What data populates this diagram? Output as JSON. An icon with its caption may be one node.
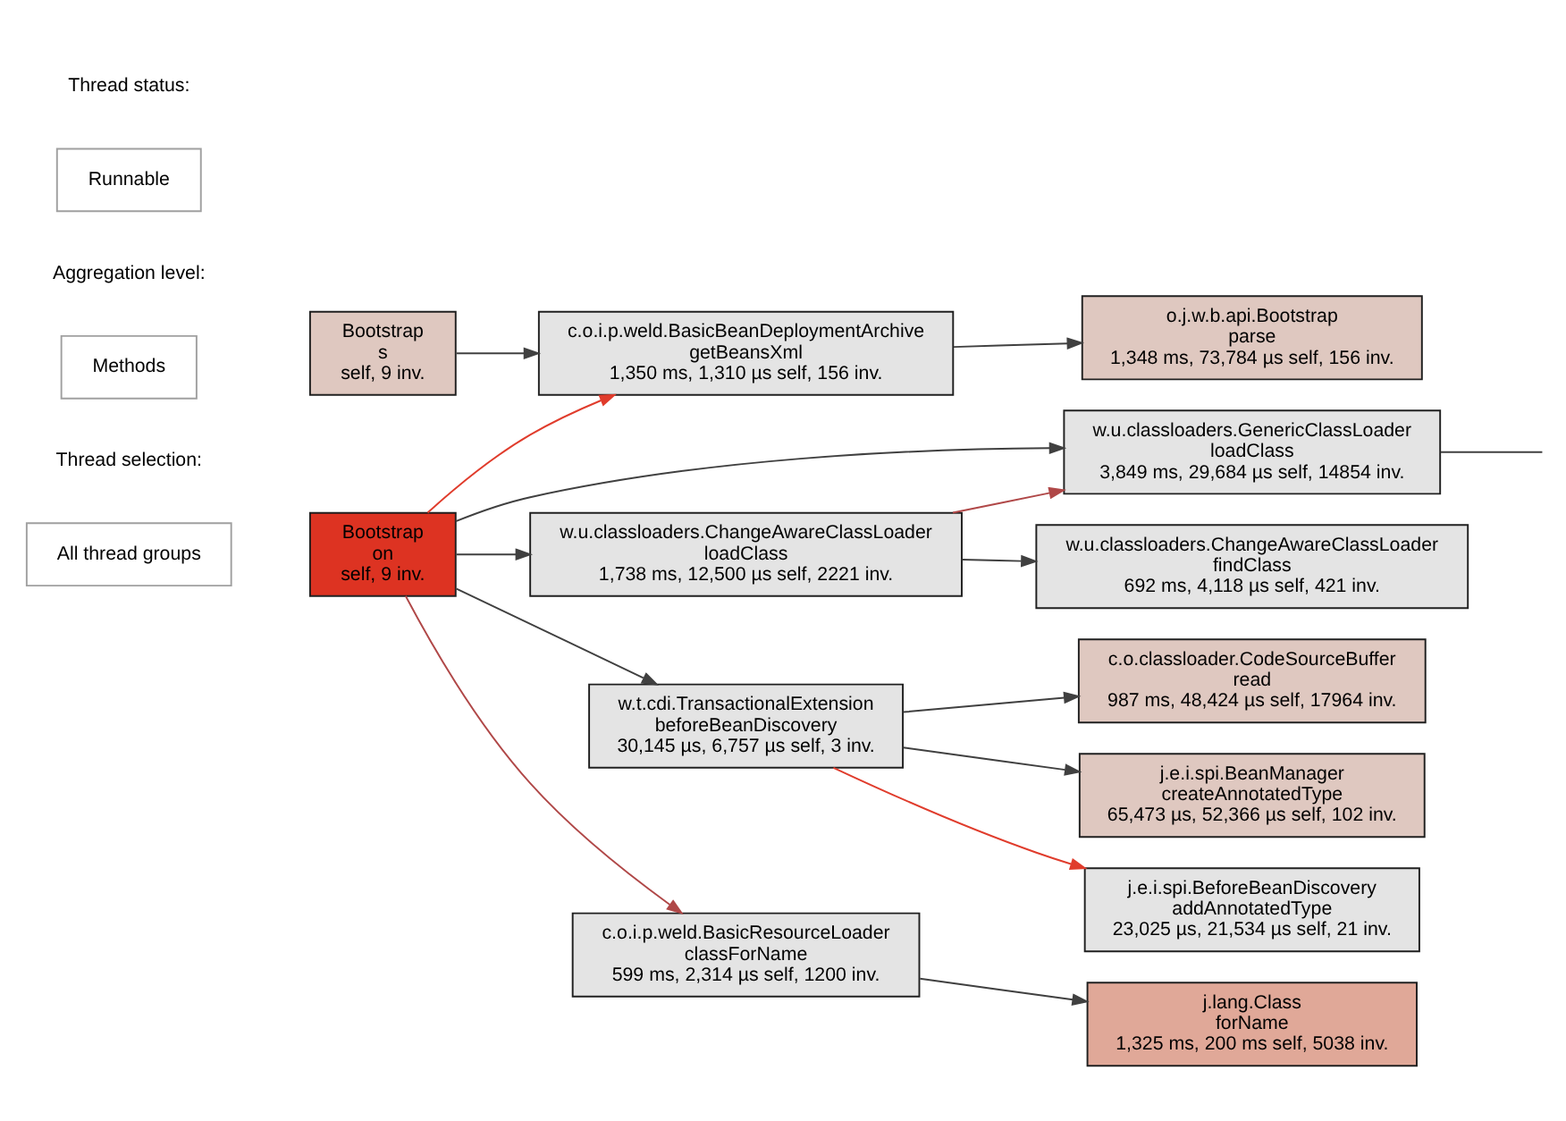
{
  "diagram": {
    "nodes": [
      {
        "text": [
          "Bootstrap",
          "s",
          "self, 9 inv."
        ]
      },
      {
        "text": [
          "Bootstrap",
          "on",
          "self, 9 inv."
        ]
      },
      {
        "text": [
          "c.o.i.p.weld.BasicBeanDeploymentArchive",
          "getBeansXml",
          "1,350 ms, 1,310 µs self, 156 inv."
        ]
      },
      {
        "text": [
          "w.u.classloaders.ChangeAwareClassLoader",
          "loadClass",
          "1,738 ms, 12,500 µs self, 2221 inv."
        ]
      },
      {
        "text": [
          "w.t.cdi.TransactionalExtension",
          "beforeBeanDiscovery",
          "30,145 µs, 6,757 µs self, 3 inv."
        ]
      },
      {
        "text": [
          "c.o.i.p.weld.BasicResourceLoader",
          "classForName",
          "599 ms, 2,314 µs self, 1200 inv."
        ]
      },
      {
        "text": [
          "o.j.w.b.api.Bootstrap",
          "parse",
          "1,348 ms, 73,784 µs self, 156 inv."
        ]
      },
      {
        "text": [
          "w.u.classloaders.GenericClassLoader",
          "loadClass",
          "3,849 ms, 29,684 µs self, 14854 inv."
        ]
      },
      {
        "text": [
          "w.u.classloaders.ChangeAwareClassLoader",
          "findClass",
          "692 ms, 4,118 µs self, 421 inv."
        ]
      },
      {
        "text": [
          "c.o.classloader.CodeSourceBuffer",
          "read",
          "987 ms, 48,424 µs self, 17964 inv."
        ]
      },
      {
        "text": [
          "j.e.i.spi.BeanManager",
          "createAnnotatedType",
          "65,473 µs, 52,366 µs self, 102 inv."
        ]
      },
      {
        "text": [
          "j.e.i.spi.BeforeBeanDiscovery",
          "addAnnotatedType",
          "23,025 µs, 21,534 µs self, 21 inv."
        ]
      },
      {
        "text": [
          "j.lang.Class",
          "forName",
          "1,325 ms, 200 ms self, 5038 inv."
        ]
      }
    ],
    "edges": [
      {
        "from": 0,
        "to": 2,
        "arrow": "to"
      },
      {
        "from": 1,
        "to": 2,
        "arrow": "to",
        "color": "#e03c2c"
      },
      {
        "from": 1,
        "to": 7,
        "arrow": "to"
      },
      {
        "from": 1,
        "to": 3,
        "arrow": "to"
      },
      {
        "from": 1,
        "to": 4,
        "arrow": "to"
      },
      {
        "from": 1,
        "to": 5,
        "arrow": "to",
        "color": "#b04848"
      },
      {
        "from": 2,
        "to": 6,
        "arrow": "to"
      },
      {
        "from": 3,
        "to": 7,
        "arrow": "to",
        "color": "#b04848"
      },
      {
        "from": 3,
        "to": 8,
        "arrow": "to"
      },
      {
        "from": 4,
        "to": 9,
        "arrow": "to"
      },
      {
        "from": 4,
        "to": 10,
        "arrow": "to"
      },
      {
        "from": 4,
        "to": 11,
        "arrow": "to",
        "color": "#e03c2c"
      },
      {
        "from": 5,
        "to": 12,
        "arrow": "to"
      },
      {
        "from": 7,
        "to": null,
        "arrow": "none"
      }
    ],
    "labels": [
      "Thread selection:",
      "All thread groups",
      "Aggregation level:",
      "Methods",
      "Thread status:",
      "Runnable"
    ]
  }
}
